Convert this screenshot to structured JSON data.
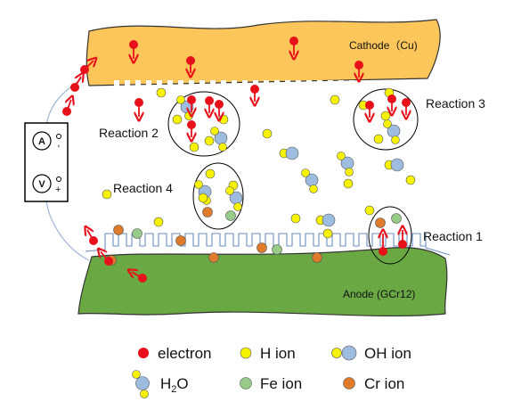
{
  "labels": {
    "cathode": "Cathode（Cu)",
    "anode": "Anode (GCr12)",
    "reaction1": "Reaction 1",
    "reaction2": "Reaction 2",
    "reaction3": "Reaction 3",
    "reaction4": "Reaction 4"
  },
  "meter": {
    "ammeter_symbol": "A",
    "voltmeter_symbol": "V",
    "minus": "-",
    "plus": "+"
  },
  "legend": {
    "electron": "electron",
    "h_ion": "H ion",
    "oh_ion": "OH ion",
    "h2o_prefix": "H",
    "h2o_sub": "2",
    "h2o_suffix": "O",
    "fe_ion": "Fe ion",
    "cr_ion": "Cr ion"
  },
  "colors": {
    "cathode": "#FDC65A",
    "anode": "#6AA843",
    "electron": "#E8101A",
    "h_ion": "#F6F200",
    "oh_ion": "#9DBCE0",
    "fe_ion": "#98CB88",
    "cr_ion": "#E07B2B",
    "barrier": "#6C8EBF"
  }
}
